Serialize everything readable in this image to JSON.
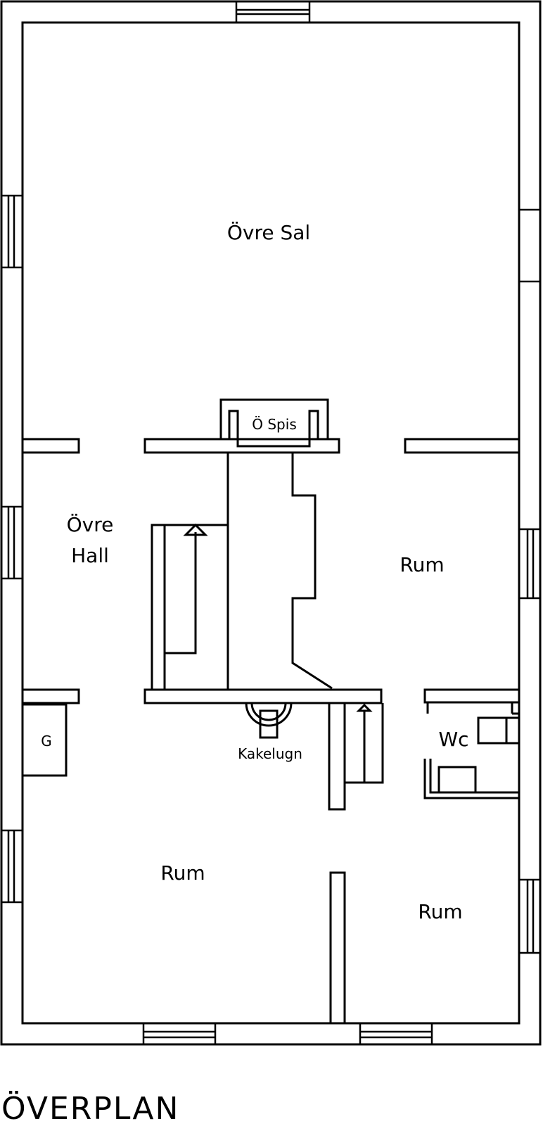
{
  "plan": {
    "title": "ÖVERPLAN",
    "line_color": "#000000",
    "background": "#ffffff"
  },
  "rooms": {
    "ovre_sal": "Övre Sal",
    "ovre_hall_line1": "Övre",
    "ovre_hall_line2": "Hall",
    "rum_east": "Rum",
    "rum_southwest": "Rum",
    "rum_southeast": "Rum",
    "wc": "Wc"
  },
  "fixtures": {
    "spis": "Ö Spis",
    "kakelugn": "Kakelugn",
    "g": "G"
  }
}
